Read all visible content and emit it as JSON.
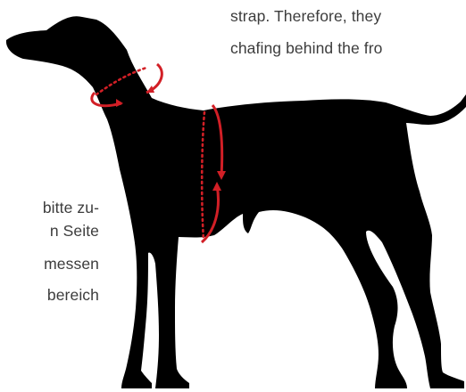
{
  "english_text": {
    "line_1": "strap. Therefore, they",
    "line_2": "chafing behind the fro"
  },
  "german_text": {
    "line_1": "bitte zu-",
    "line_2": "n Seite",
    "line_3": "messen",
    "line_4": "bereich"
  },
  "illustration": {
    "subject": "dog silhouette with measurement markers",
    "silhouette_color": "#000000",
    "marker_color": "#d21f26",
    "markers": [
      "neck-circumference",
      "chest-girth"
    ]
  }
}
